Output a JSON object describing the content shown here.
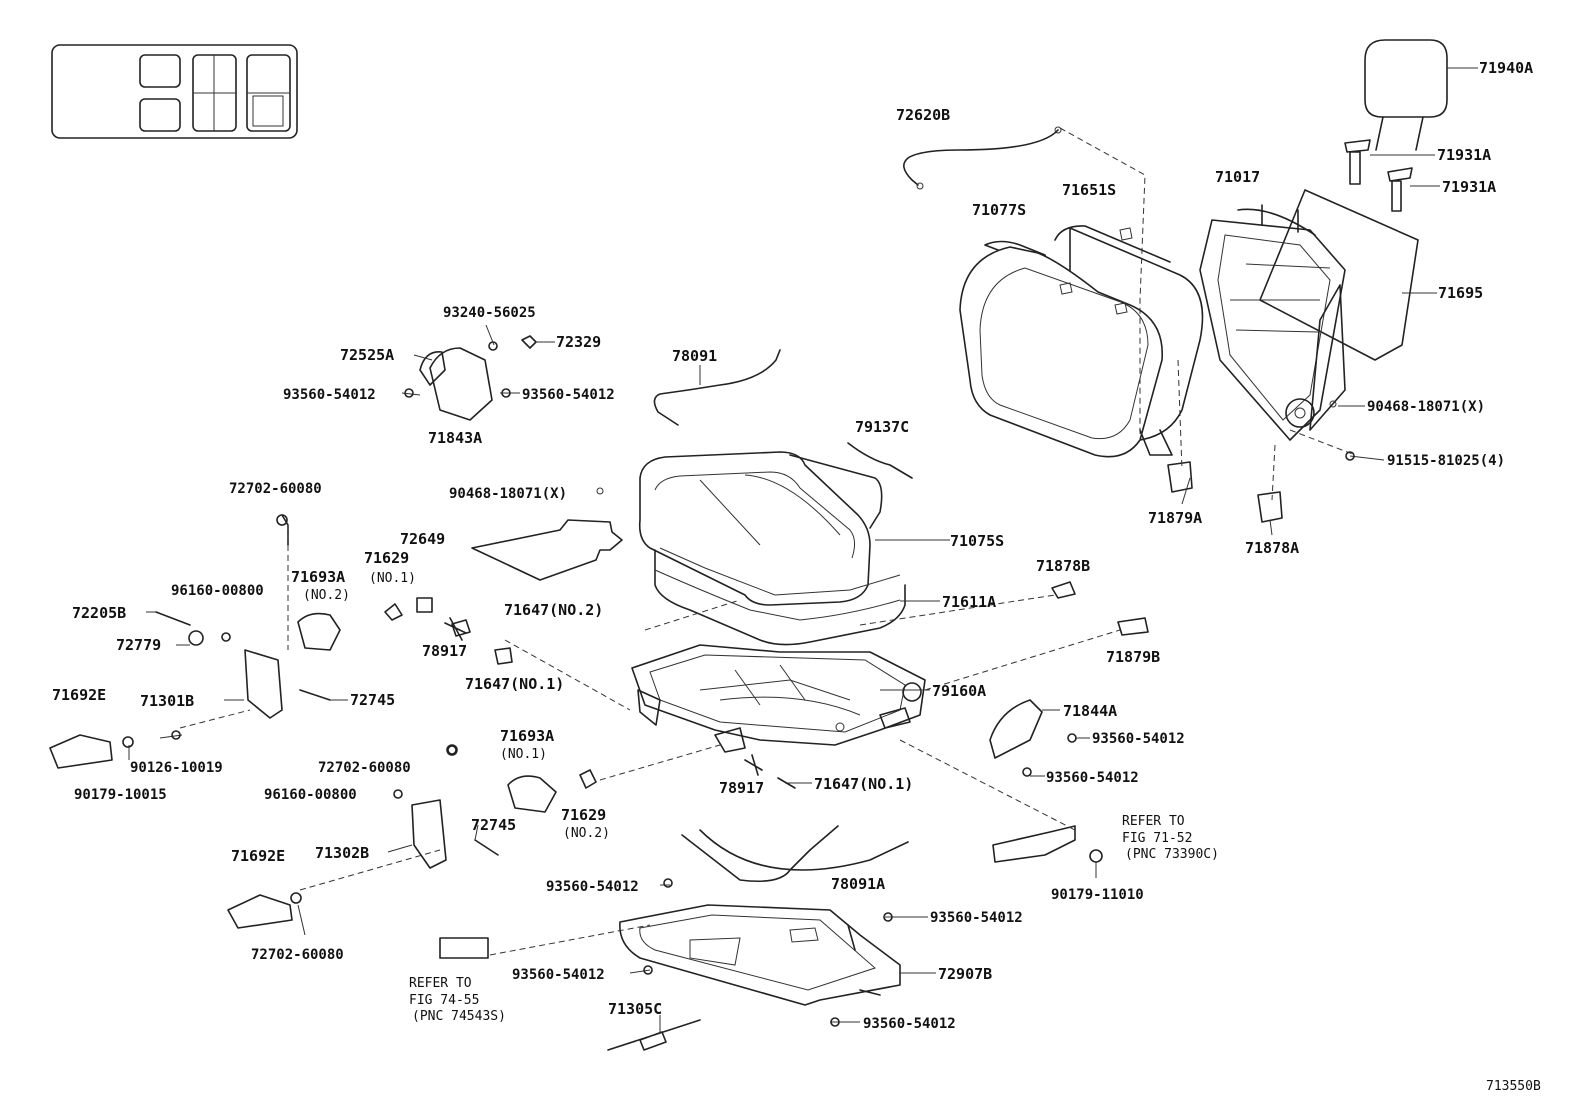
{
  "figure_code": "713550B",
  "labels": {
    "p71940A": "71940A",
    "p71931A_1": "71931A",
    "p71931A_2": "71931A",
    "p71017": "71017",
    "p71695": "71695",
    "p72620B": "72620B",
    "p71077S": "71077S",
    "p71651S": "71651S",
    "p90468_x_r": "90468-18071(X)",
    "p91515": "91515-81025(4)",
    "p71879A": "71879A",
    "p71878A": "71878A",
    "p93240": "93240-56025",
    "p72329": "72329",
    "p72525A": "72525A",
    "p93560_a": "93560-54012",
    "p93560_b": "93560-54012",
    "p71843A": "71843A",
    "p78091": "78091",
    "p79137C": "79137C",
    "p90468_x_c": "90468-18071(X)",
    "p71075S": "71075S",
    "p72702_top": "72702-60080",
    "p72649": "72649",
    "p71629_no1": "71629",
    "no1_a": "(NO.1)",
    "p71693A_no2": "71693A",
    "no2_a": "(NO.2)",
    "p96160_a": "96160-00800",
    "p72205B": "72205B",
    "p72779": "72779",
    "p71647_no2": "71647(NO.2)",
    "p71611A": "71611A",
    "p71878B": "71878B",
    "p78917_a": "78917",
    "p71647_no1_a": "71647(NO.1)",
    "p71879B": "71879B",
    "p71692E_a": "71692E",
    "p71301B": "71301B",
    "p72745_a": "72745",
    "p79160A": "79160A",
    "p71844A": "71844A",
    "p93560_c": "93560-54012",
    "p93560_d": "93560-54012",
    "p90126": "90126-10019",
    "p90179_a": "90179-10015",
    "p72702_mid": "72702-60080",
    "p96160_b": "96160-00800",
    "p71693A_no1": "71693A",
    "no1_b": "(NO.1)",
    "p71629_no2": "71629",
    "no2_b": "(NO.2)",
    "p78917_b": "78917",
    "p71647_no1_b": "71647(NO.1)",
    "p72745_b": "72745",
    "p71692E_b": "71692E",
    "p71302B": "71302B",
    "p78091A": "78091A",
    "p90179_b": "90179-11010",
    "p93560_e": "93560-54012",
    "p93560_f": "93560-54012",
    "p93560_g": "93560-54012",
    "p72907B": "72907B",
    "p72702_bot": "72702-60080",
    "p71305C": "71305C",
    "p93560_h": "93560-54012"
  },
  "notes": {
    "refer_r_1": "REFER TO",
    "refer_r_2": "FIG 71-52",
    "refer_r_3": "(PNC 73390C)",
    "refer_l_1": "REFER TO",
    "refer_l_2": "FIG 74-55",
    "refer_l_3": "(PNC 74543S)"
  }
}
